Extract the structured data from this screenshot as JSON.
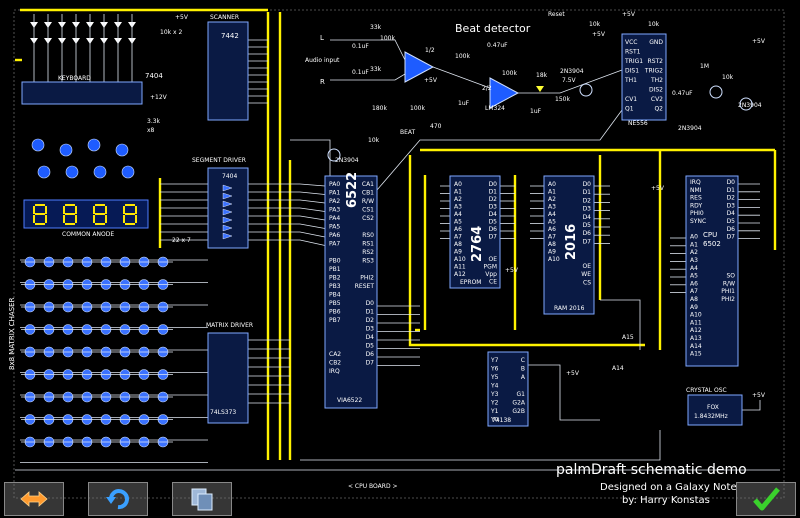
{
  "app": {
    "title": "palmDraft"
  },
  "labels": {
    "scanner": "SCANNER",
    "c7442": "7442",
    "keyboard": "KEYBOARD",
    "c7404a": "7404",
    "segment_driver": "SEGMENT DRIVER",
    "c7404b": "7404",
    "common_anode": "COMMON ANODE",
    "dim22x7": "22 x 7",
    "matrix_chaser": "8x8 MATRIX CHASER",
    "matrix_driver": "MATRIX DRIVER",
    "c74ls373": "74LS373",
    "via_num": "6522",
    "via_name": "VIA6522",
    "cpu_board": "< CPU BOARD >",
    "eprom_num": "2764",
    "eprom_name": "EPROM",
    "ram_num": "2016",
    "ram_name": "RAM 2016",
    "cpu_name": "CPU",
    "cpu_num": "6502",
    "crystal": "CRYSTAL OSC",
    "fox": "FOX",
    "freq": "1.8432MHz",
    "decoder": "74138",
    "beat_detector": "Beat detector",
    "audio_input": "Audio input",
    "lm324": "LM324",
    "ne556": "NE556",
    "t2n3904a": "2N3904",
    "t2n3904b": "2N3904",
    "t2n3904c": "2N3904",
    "t2n3904d": "2N3904",
    "beat_led": "BEAT",
    "reset": "Reset",
    "p5v": "+5V",
    "p12v": "+12V",
    "r10k2": "10k x 2",
    "r33k": "33k",
    "r100k": "100k",
    "r180k": "180k",
    "r470": "470",
    "r10k": "10k",
    "r18k": "18k",
    "r150k": "150k",
    "r1m": "1M",
    "c01uf": "0.1uF",
    "c047uf": "0.47uF",
    "c1uf": "1uF",
    "v75": "7.5V",
    "l": "L",
    "r": "R",
    "x8": "x8",
    "r33kx8": "3.3k",
    "a14": "A14",
    "a15": "A15"
  },
  "via_pins_left": [
    "PA0",
    "PA1",
    "PA2",
    "PA3",
    "PA4",
    "PA5",
    "PA6",
    "PA7",
    "",
    "PB0",
    "PB1",
    "PB2",
    "PB3",
    "PB4",
    "PB5",
    "PB6",
    "PB7",
    "",
    "",
    "",
    "CA2",
    "CB2",
    "IRQ"
  ],
  "via_pins_right": [
    "CA1",
    "CB1",
    "R/W",
    "CS1",
    "CS2",
    "",
    "RS0",
    "RS1",
    "RS2",
    "RS3",
    "",
    "PHI2",
    "RESET",
    "",
    "D0",
    "D1",
    "D2",
    "D3",
    "D4",
    "D5",
    "D6",
    "D7"
  ],
  "eprom_pins_left": [
    "A0",
    "A1",
    "A2",
    "A3",
    "A4",
    "A5",
    "A6",
    "A7",
    "A8",
    "A9",
    "A10",
    "A11",
    "A12"
  ],
  "eprom_pins_right": [
    "D0",
    "D1",
    "D2",
    "D3",
    "D4",
    "D5",
    "D6",
    "D7",
    "",
    "",
    "OE",
    "PGM",
    "Vpp",
    "CE"
  ],
  "ram_pins_left": [
    "A0",
    "A1",
    "A2",
    "A3",
    "A4",
    "A5",
    "A6",
    "A7",
    "A8",
    "A9",
    "A10"
  ],
  "ram_pins_right": [
    "D0",
    "D1",
    "D2",
    "D3",
    "D4",
    "D5",
    "D6",
    "D7",
    "",
    "",
    "OE",
    "WE",
    "CS"
  ],
  "cpu_pins_left": [
    "IRQ",
    "NMI",
    "RES",
    "RDY",
    "PHI0",
    "SYNC",
    "",
    "A0",
    "A1",
    "A2",
    "A3",
    "A4",
    "A5",
    "A6",
    "A7",
    "A8",
    "A9",
    "A10",
    "A11",
    "A12",
    "A13",
    "A14",
    "A15"
  ],
  "cpu_pins_right": [
    "D0",
    "D1",
    "D2",
    "D3",
    "D4",
    "D5",
    "D6",
    "D7",
    "",
    "",
    "",
    "",
    "SO",
    "R/W",
    "PHI1",
    "PHI2"
  ],
  "ne556_pins_left": [
    "VCC",
    "RST1",
    "TRIG1",
    "DIS1",
    "TH1",
    "",
    "CV1",
    "Q1"
  ],
  "ne556_pins_right": [
    "GND",
    "",
    "RST2",
    "TRIG2",
    "TH2",
    "DIS2",
    "CV2",
    "Q2"
  ],
  "decoder_pins_left": [
    "Y7",
    "Y6",
    "Y5",
    "Y4",
    "Y3",
    "Y2",
    "Y1",
    "Y0"
  ],
  "decoder_pins_right": [
    "C",
    "B",
    "A",
    "",
    "G1",
    "G2A",
    "G2B"
  ],
  "demo": {
    "title": "palmDraft schematic demo",
    "subtitle": "Designed on a Galaxy Note",
    "author": "by: Harry Konstas"
  },
  "toolbar": {
    "icons": [
      "swap-arrows-icon",
      "rotate-icon",
      "copy-icon",
      "check-icon"
    ]
  },
  "colors": {
    "background": "#000000",
    "bus": "#fff200",
    "chip_fill": "#0a1a44",
    "led": "#3b72ff",
    "title_text": "#36ffcf",
    "check_green": "#3ad22c",
    "arrows_orange": "#ff9a2e"
  }
}
